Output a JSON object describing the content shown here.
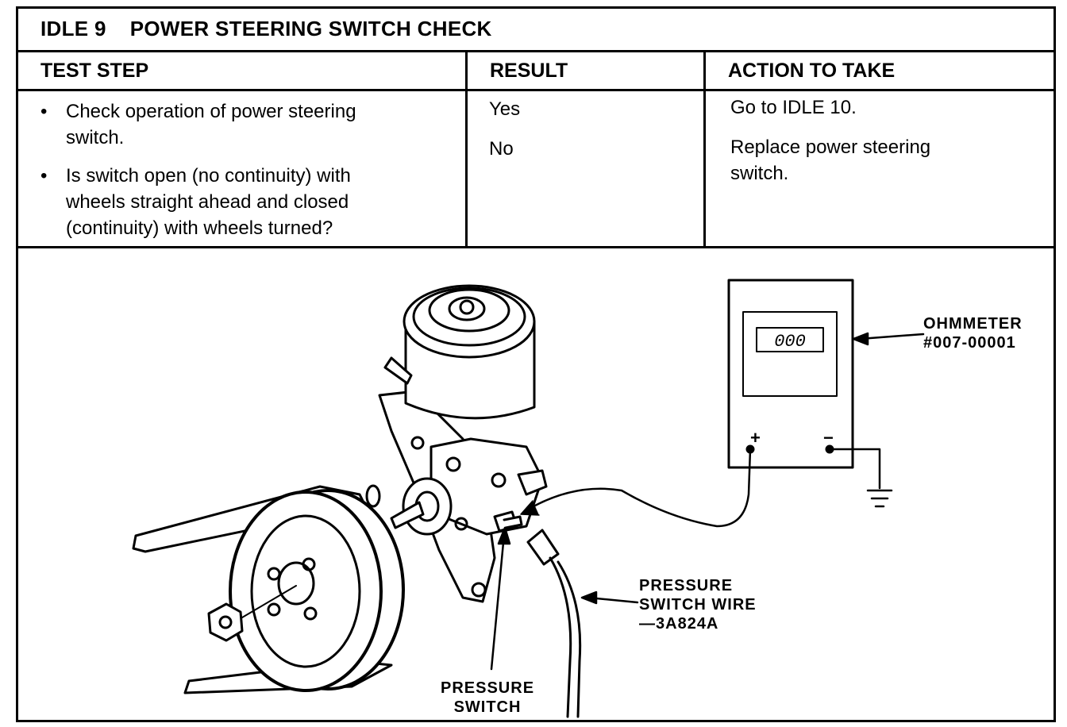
{
  "title": {
    "code": "IDLE 9",
    "text": "POWER STEERING SWITCH CHECK"
  },
  "headers": {
    "test_step": "TEST STEP",
    "result": "RESULT",
    "action": "ACTION TO TAKE"
  },
  "test_steps": [
    {
      "line1": "Check operation of power steering",
      "line2": "switch."
    },
    {
      "line1": "Is switch open (no continuity) with",
      "line2": "wheels straight ahead and closed",
      "line3": "(continuity) with wheels turned?"
    }
  ],
  "results": [
    {
      "result": "Yes",
      "action_line1": "Go to IDLE 10.",
      "action_line2": ""
    },
    {
      "result": "No",
      "action_line1": "Replace power steering",
      "action_line2": "switch."
    }
  ],
  "diagram": {
    "ohmmeter_label_1": "OHMMETER",
    "ohmmeter_label_2": "#007-00001",
    "display_value": "000",
    "plus": "+",
    "minus": "−",
    "wire_label_1": "PRESSURE",
    "wire_label_2": "SWITCH WIRE",
    "wire_label_3": "—3A824A",
    "switch_label_1": "PRESSURE",
    "switch_label_2": "SWITCH"
  }
}
